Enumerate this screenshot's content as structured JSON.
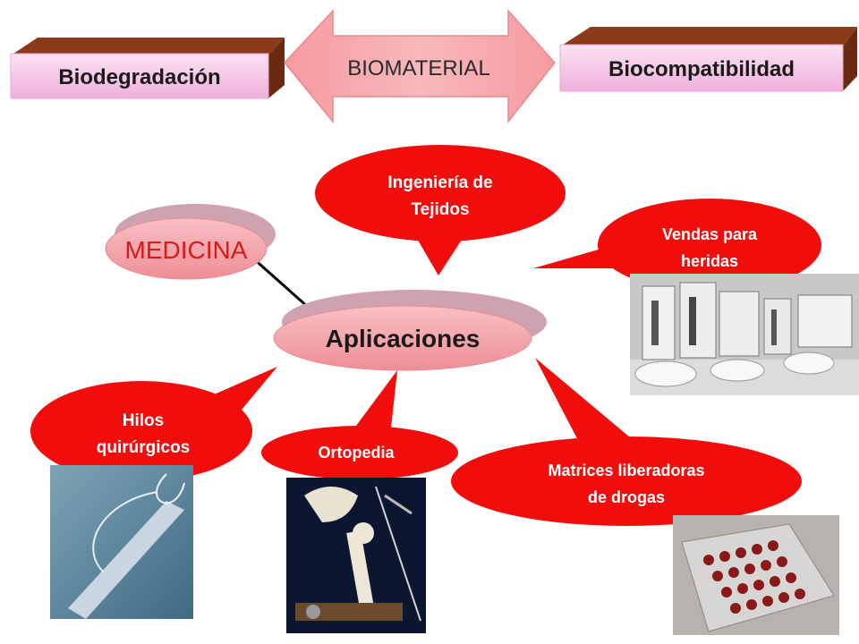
{
  "header": {
    "left_label": "Biodegradación",
    "center_label": "BIOMATERIAL",
    "right_label": "Biocompatibilidad"
  },
  "nodes": {
    "medicina": "MEDICINA",
    "aplicaciones": "Aplicaciones"
  },
  "callouts": {
    "ingenieria": [
      "Ingeniería de",
      "Tejidos"
    ],
    "vendas": [
      "Vendas para",
      "heridas"
    ],
    "hilos": [
      "Hilos",
      "quirúrgicos"
    ],
    "ortopedia": [
      "Ortopedia"
    ],
    "matrices": [
      "Matrices liberadoras",
      "de drogas"
    ]
  },
  "colors": {
    "callout_red": "#f20d0d",
    "tab_brown": "#a0522d",
    "tab_pink": "#f7c7e8",
    "arrow_pink": "#f6a5a8",
    "node_pink": "#f4a0a6",
    "node_text_red": "#d61b1b"
  }
}
